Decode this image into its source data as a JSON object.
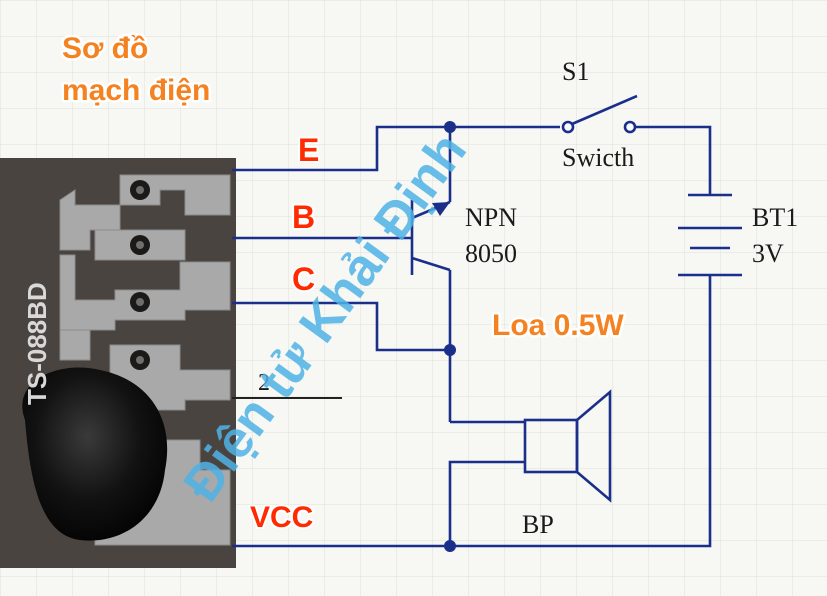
{
  "title": {
    "line1": "Sơ đồ",
    "line2": "mạch điện"
  },
  "pins": {
    "e": "E",
    "b": "B",
    "c": "C",
    "vcc": "VCC",
    "two": "2"
  },
  "board": {
    "marking": "TS-088BD"
  },
  "components": {
    "switch_ref": "S1",
    "switch_name": "Swicth",
    "transistor_type": "NPN",
    "transistor_part": "8050",
    "battery_ref": "BT1",
    "battery_voltage": "3V",
    "speaker_ref": "BP",
    "speaker_note": "Loa 0.5W"
  },
  "watermark": "Điện tử Khải Định",
  "colors": {
    "wire": "#1a2f8a",
    "title": "#f58220",
    "pin_label": "#ff2a00",
    "watermark": "#4fb3e6"
  }
}
